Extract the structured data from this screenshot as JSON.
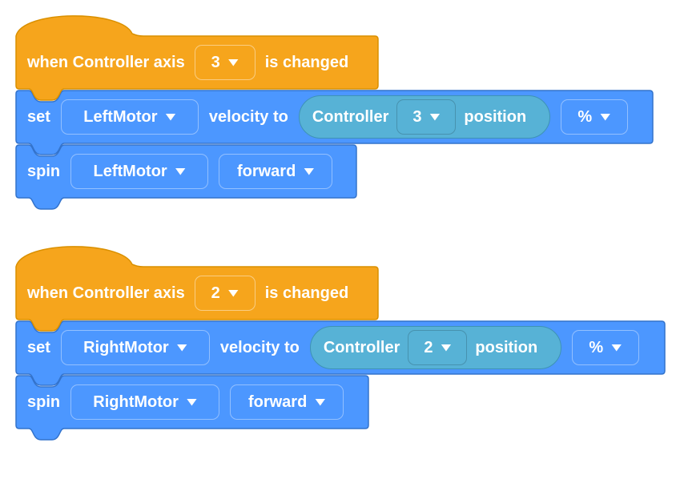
{
  "canvas": {
    "background": "#FFFFFF"
  },
  "colors": {
    "event_block_fill": "#F6A51C",
    "event_block_border": "#DA9000",
    "motion_block_fill": "#4C97FF",
    "motion_block_border": "#3373CC",
    "sensing_reporter_fill": "#57B2D6",
    "sensing_reporter_border": "#3E93B5",
    "block_text": "#FFFFFF"
  },
  "icons": {
    "dropdown_caret": "triangle-down"
  },
  "stacks": [
    {
      "hat": {
        "prefix": "when Controller axis",
        "axis_dropdown": "3",
        "suffix": "is changed"
      },
      "set": {
        "verb": "set",
        "motor_dropdown": "LeftMotor",
        "connector": "velocity to",
        "reporter": {
          "prefix": "Controller",
          "axis_dropdown": "3",
          "suffix": "position"
        },
        "unit_dropdown": "%"
      },
      "spin": {
        "verb": "spin",
        "motor_dropdown": "LeftMotor",
        "direction_dropdown": "forward"
      }
    },
    {
      "hat": {
        "prefix": "when Controller axis",
        "axis_dropdown": "2",
        "suffix": "is changed"
      },
      "set": {
        "verb": "set",
        "motor_dropdown": "RightMotor",
        "connector": "velocity to",
        "reporter": {
          "prefix": "Controller",
          "axis_dropdown": "2",
          "suffix": "position"
        },
        "unit_dropdown": "%"
      },
      "spin": {
        "verb": "spin",
        "motor_dropdown": "RightMotor",
        "direction_dropdown": "forward"
      }
    }
  ]
}
